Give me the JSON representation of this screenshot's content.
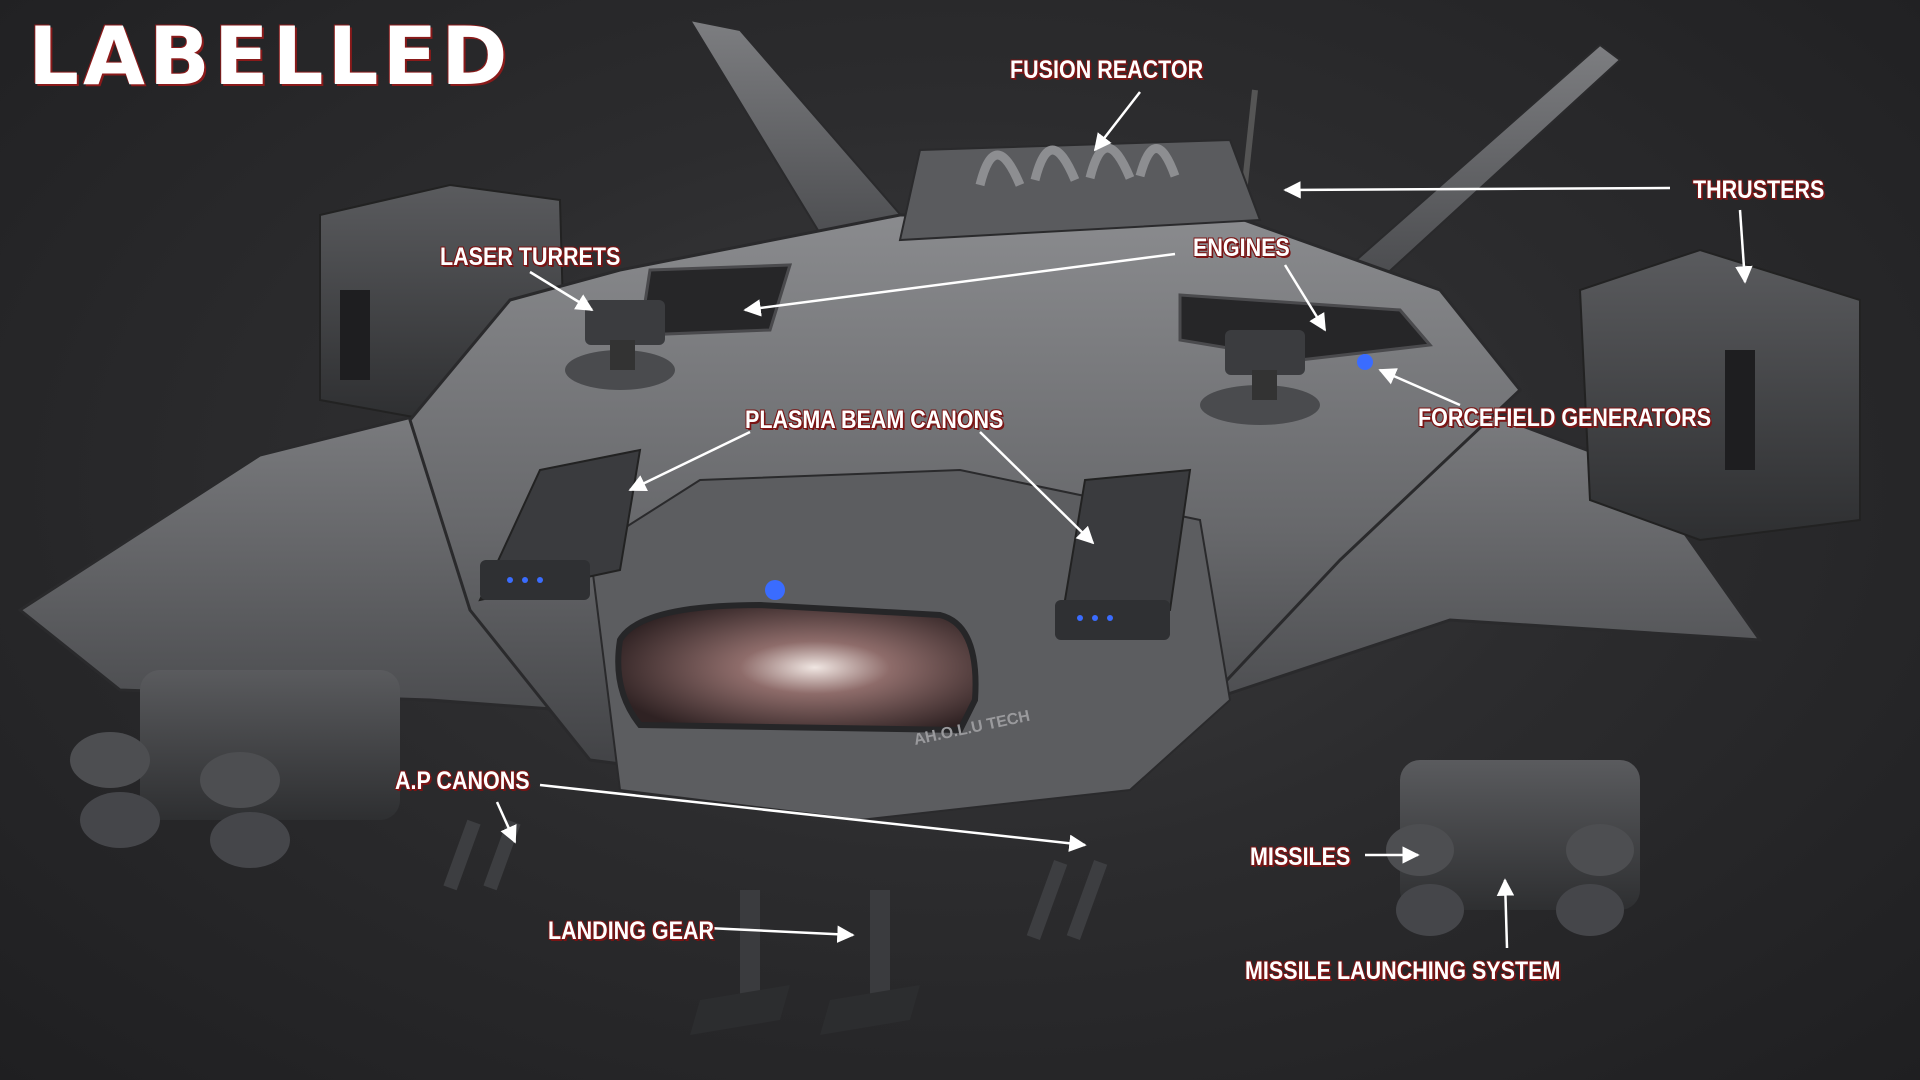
{
  "heading": "LABELLED",
  "callouts": {
    "fusion_reactor": "FUSION REACTOR",
    "thrusters": "THRUSTERS",
    "engines": "ENGINES",
    "laser_turrets": "LASER TURRETS",
    "forcefield_generators": "FORCEFIELD GENERATORS",
    "plasma_beam_canons": "PLASMA BEAM CANONS",
    "ap_canons": "A.P CANONS",
    "missiles": "MISSILES",
    "landing_gear": "LANDING GEAR",
    "missile_launching_system": "MISSILE LAUNCHING SYSTEM"
  },
  "ship_hull_markings": "AH.O.L.U TECH",
  "colors": {
    "background": "#2a2a2c",
    "hull": "#6e6f72",
    "label_text": "#ffffff",
    "label_shadow": "#7a1414",
    "arrow": "#ffffff",
    "indicator_light": "#3a6cff"
  }
}
